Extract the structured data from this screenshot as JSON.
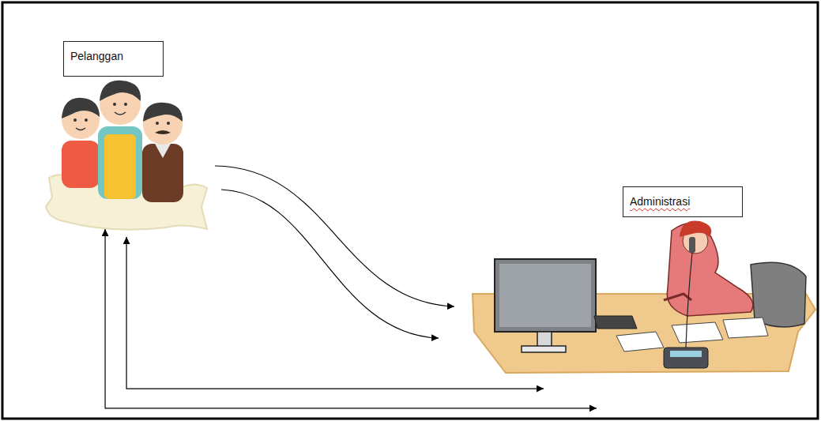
{
  "diagram": {
    "nodes": [
      {
        "text": [
          "Pelanggan"
        ]
      },
      {
        "text": [
          "Administrasi"
        ]
      }
    ],
    "edges": [
      {
        "from": 0,
        "to": 1,
        "arrow": "to"
      },
      {
        "from": 0,
        "to": 1,
        "arrow": "to"
      },
      {
        "from": 0,
        "to": 1,
        "arrow": "both"
      },
      {
        "from": 0,
        "to": 1,
        "arrow": "both"
      }
    ]
  }
}
